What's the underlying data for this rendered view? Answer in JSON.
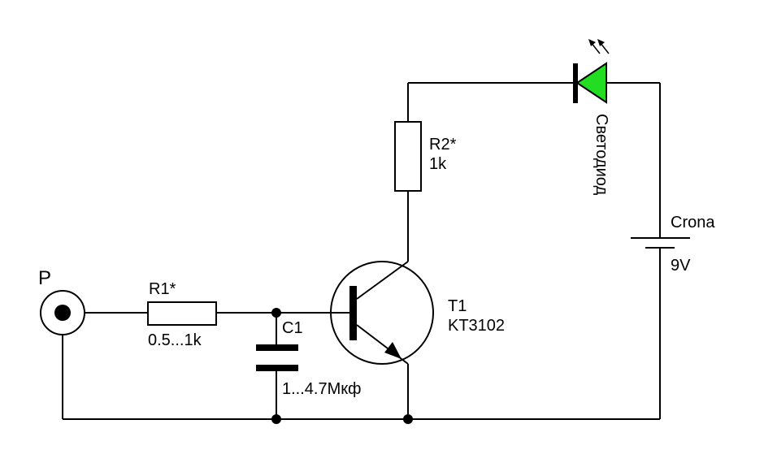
{
  "input_jack": {
    "label": "P"
  },
  "r1": {
    "name": "R1*",
    "value": "0.5...1k"
  },
  "c1": {
    "name": "C1",
    "value": "1...4.7Мкф"
  },
  "t1": {
    "name": "T1",
    "model": "KT3102"
  },
  "r2": {
    "name": "R2*",
    "value": "1k"
  },
  "led": {
    "label": "Светодиод",
    "color": "#22dd22"
  },
  "battery": {
    "name": "Crona",
    "voltage": "9V"
  },
  "colors": {
    "wire": "#000000",
    "background": "#ffffff"
  }
}
